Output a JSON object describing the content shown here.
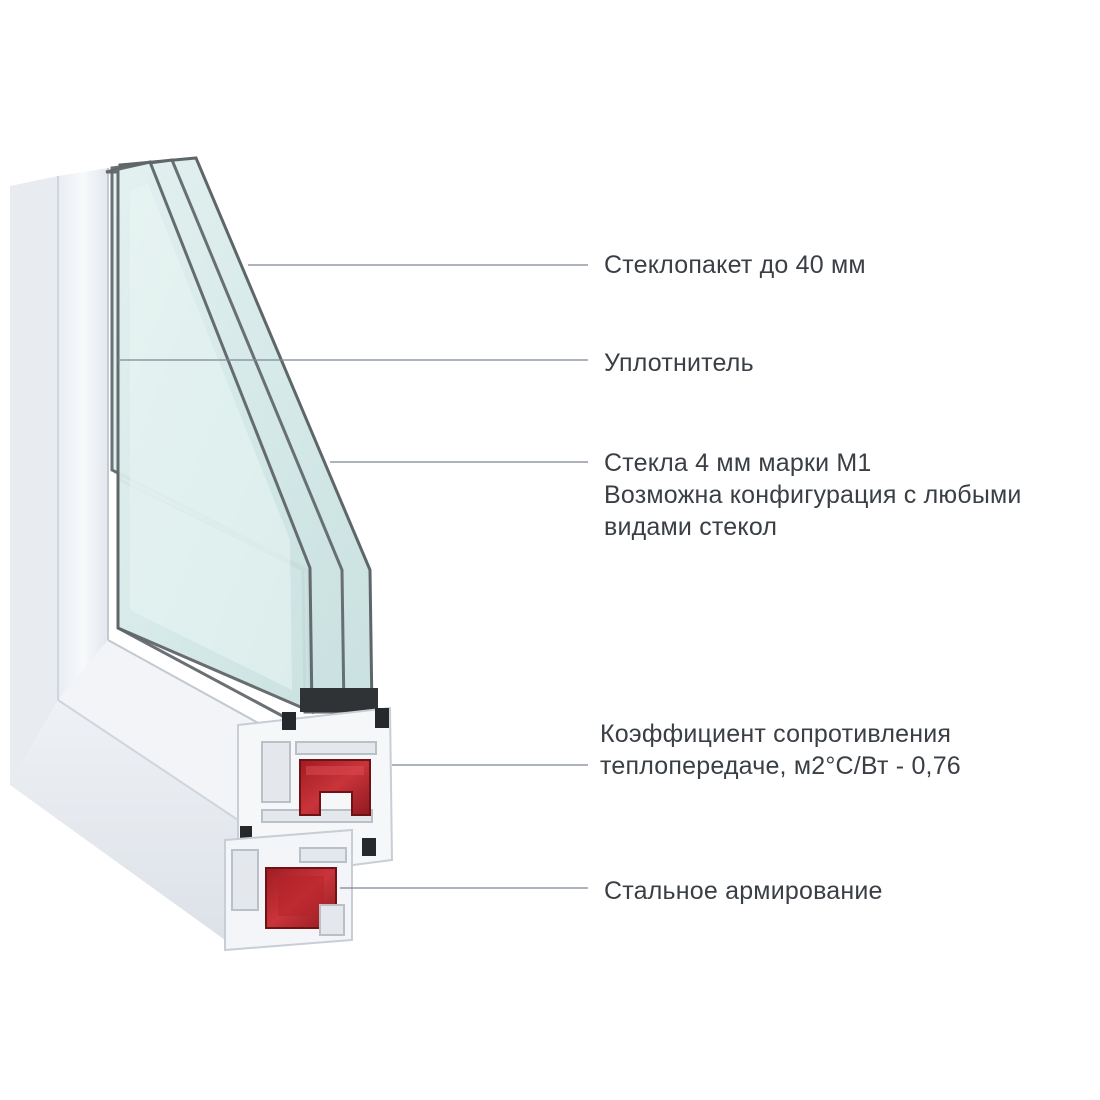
{
  "callouts": [
    {
      "id": "glass-unit",
      "lines": [
        "Стеклопакет до 40 мм"
      ]
    },
    {
      "id": "seal",
      "lines": [
        "Уплотнитель"
      ]
    },
    {
      "id": "glass",
      "lines": [
        "Стекла 4 мм марки М1",
        "Возможна конфигурация с любыми",
        "видами стекол"
      ]
    },
    {
      "id": "heat-coefficient",
      "lines": [
        "Коэффициент сопротивления",
        "теплопередаче, м2°С/Вт - 0,76"
      ]
    },
    {
      "id": "steel-reinforcement",
      "lines": [
        "Стальное армирование"
      ]
    }
  ],
  "colors": {
    "frame_white": "#f4f6f9",
    "frame_shadow": "#d9dee4",
    "glass": "#d8ebea",
    "glass_edge": "#5f6669",
    "reinforcement": "#c0272d",
    "leader_line": "#7d8893",
    "text": "#3a3f45"
  }
}
